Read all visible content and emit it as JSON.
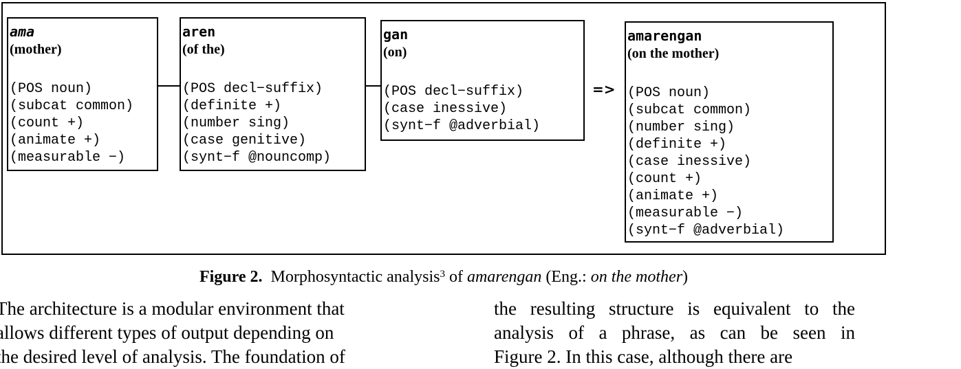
{
  "figure": {
    "boxes": [
      {
        "word": "ama",
        "gloss": "(mother)",
        "features": [
          "(POS noun)",
          "(subcat common)",
          "(count +)",
          "(animate +)",
          "(measurable −)"
        ]
      },
      {
        "word": "aren",
        "gloss": "(of the)",
        "features": [
          "(POS decl−suffix)",
          "(definite +)",
          "(number sing)",
          "(case genitive)",
          "(synt−f @nouncomp)"
        ]
      },
      {
        "word": "gan",
        "gloss": "(on)",
        "features": [
          "(POS decl−suffix)",
          "(case inessive)",
          "(synt−f @adverbial)"
        ]
      },
      {
        "word": "amarengan",
        "gloss": "(on the mother)",
        "features": [
          "(POS noun)",
          "(subcat common)",
          "(number sing)",
          "(definite +)",
          "(case inessive)",
          "(count +)",
          "(animate +)",
          "(measurable −)",
          "(synt−f @adverbial)"
        ]
      }
    ],
    "arrow": "=>"
  },
  "caption": {
    "label": "Figure 2.",
    "text_before": "Morphosyntactic analysis",
    "footnote": "3",
    "text_of": " of ",
    "term": "amarengan",
    "text_eng": " (Eng.: ",
    "translation": "on the mother",
    "text_close": ")"
  },
  "body": {
    "left_lines": [
      "The architecture is a modular environment that",
      "allows different types of output depending on",
      "the desired level of analysis. The foundation of"
    ],
    "right_lines": [
      "the resulting structure is equivalent to the",
      "analysis of a phrase, as can be seen in",
      "Figure 2. In this case, although there are"
    ]
  }
}
